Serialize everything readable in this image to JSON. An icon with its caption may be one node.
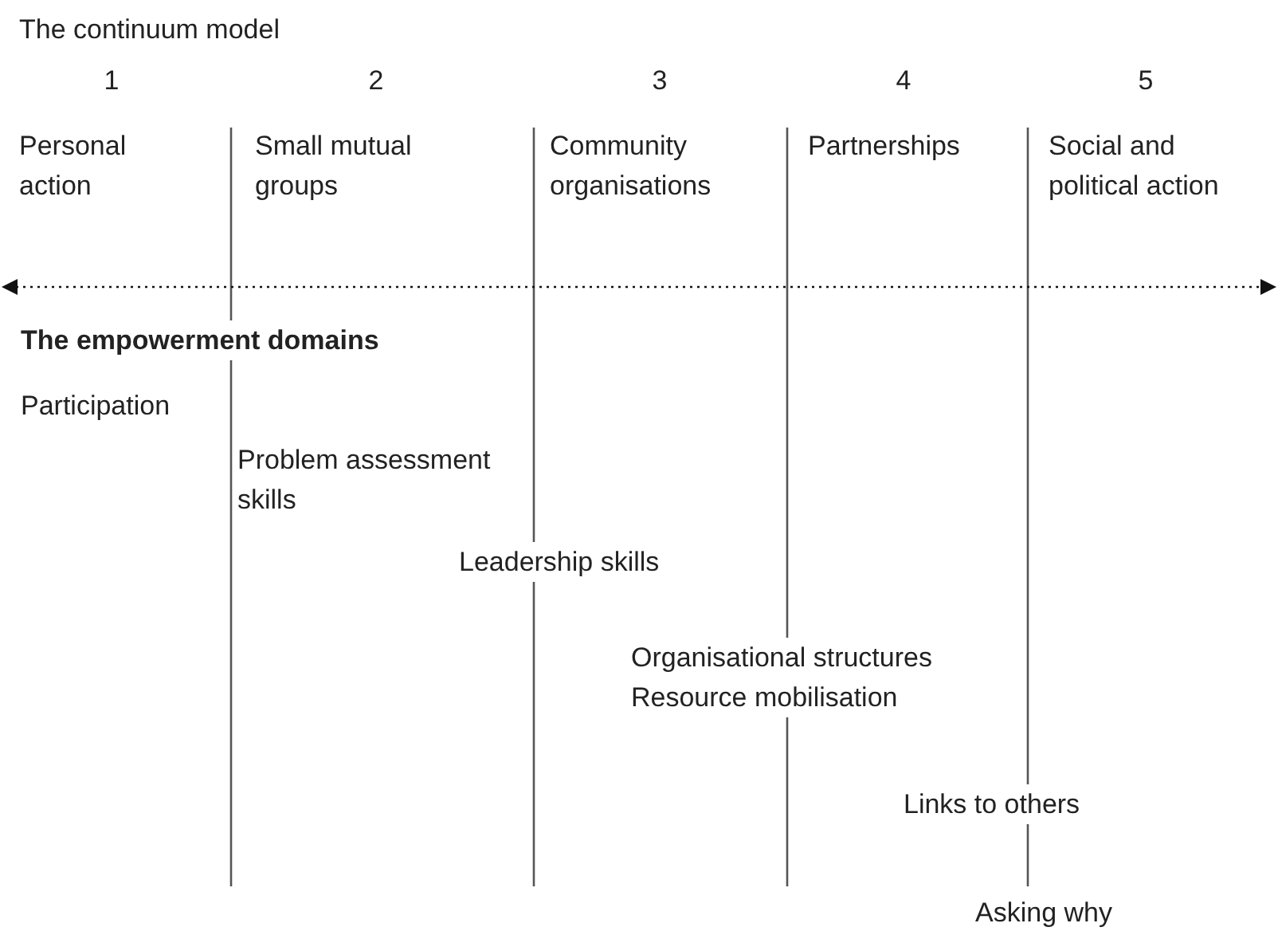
{
  "diagram": {
    "title": "The continuum model",
    "labels": [
      "1",
      "2",
      "3",
      "4",
      "5",
      "Personal action",
      "Small mutual groups",
      "Community organisations",
      "Partnerships",
      "Social and political action",
      "The empowerment domains",
      "Participation",
      "Problem assessment skills",
      "Leadership skills",
      "Organisational structures",
      "Resource mobilisation",
      "Links to others",
      "Asking why"
    ]
  }
}
